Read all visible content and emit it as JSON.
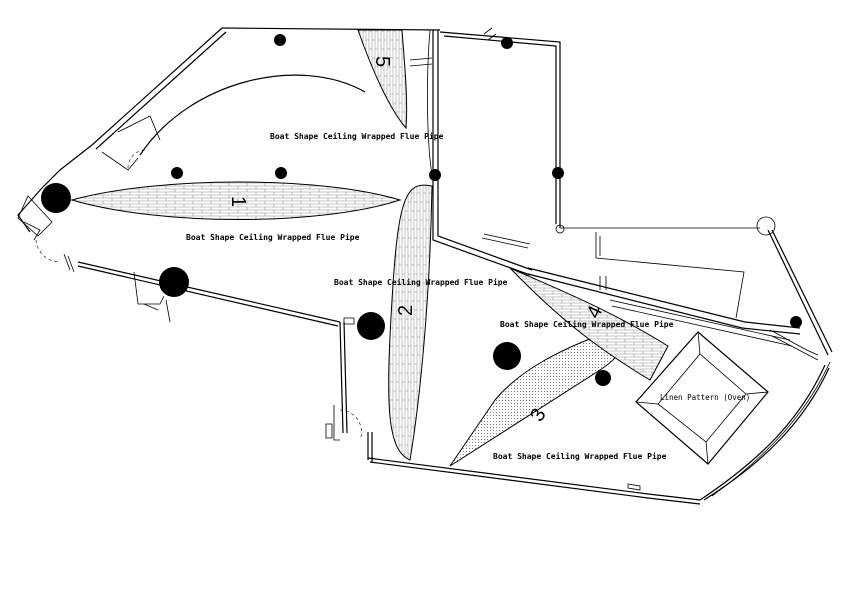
{
  "labels": {
    "boat_label_top": "Boat Shape Ceiling Wrapped Flue Pipe",
    "boat_label_1": "Boat Shape Ceiling Wrapped Flue Pipe",
    "boat_label_2": "Boat Shape Ceiling Wrapped Flue Pipe",
    "boat_label_4": "Boat Shape Ceiling Wrapped Flue Pipe",
    "boat_label_3": "Boat Shape Ceiling Wrapped Flue Pipe",
    "linen": "Linen Pattern (Oven)"
  },
  "numbers": {
    "n1": "1",
    "n2": "2",
    "n3": "3",
    "n4": "4",
    "n5": "5"
  },
  "colors": {
    "line": "#000000",
    "background": "#ffffff",
    "hatch": "#555555"
  }
}
